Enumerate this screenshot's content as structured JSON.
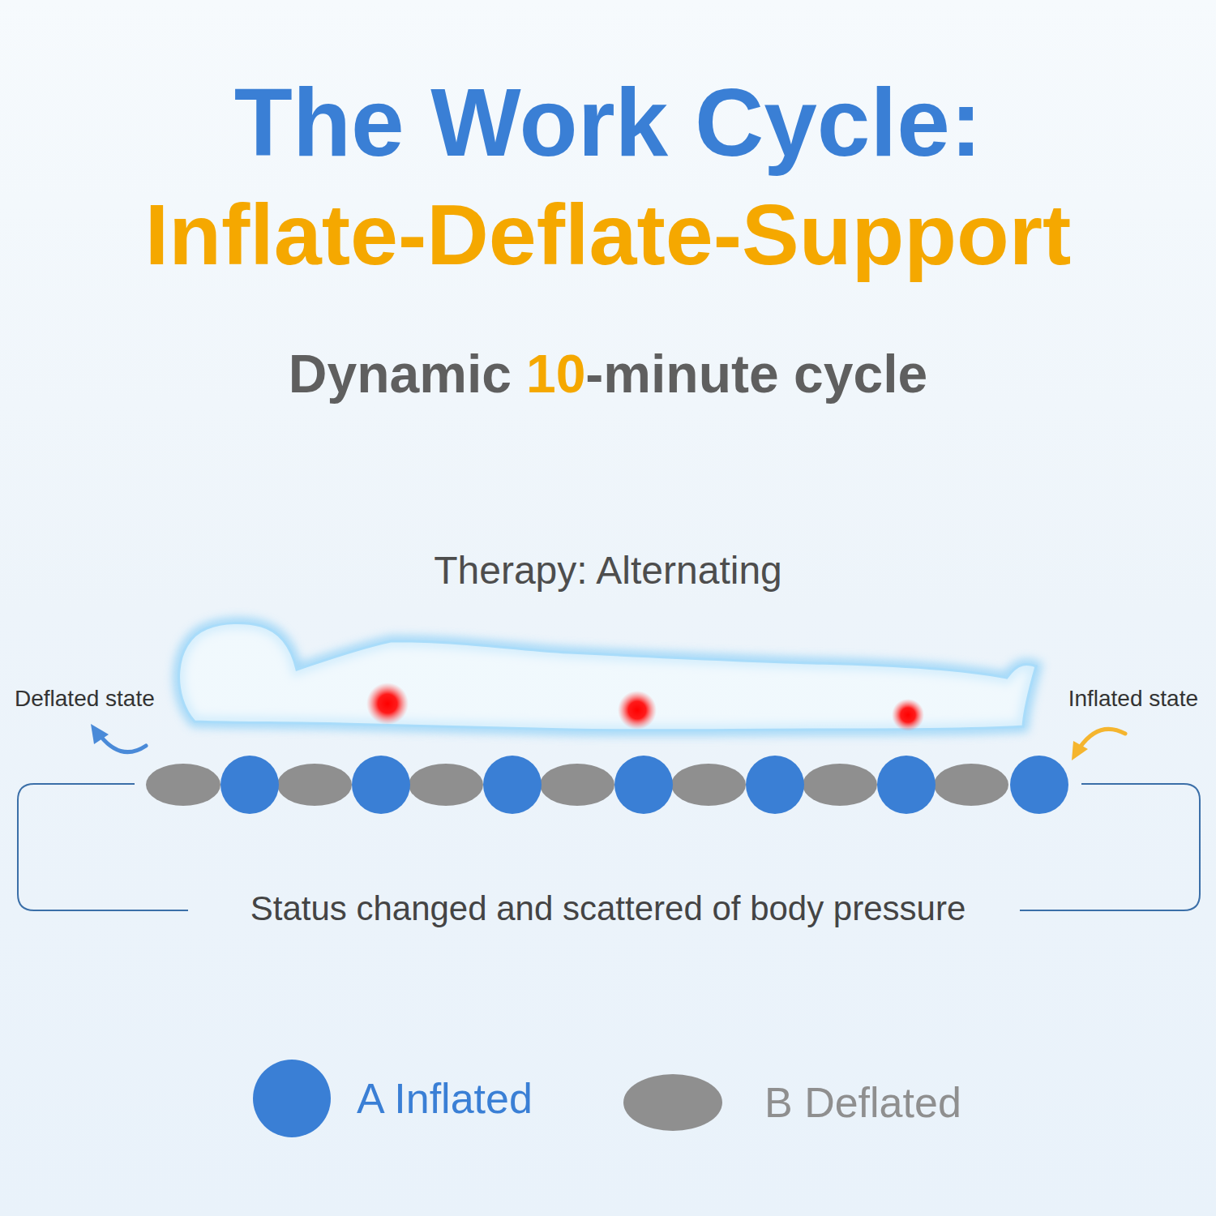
{
  "diagram": {
    "title": "The Work Cycle:",
    "labels": [
      "Inflate-Deflate-Support",
      "Dynamic",
      "10",
      "-minute cycle",
      "Therapy: Alternating",
      "Deflated state",
      "Inflated state",
      "Status changed and scattered of body pressure"
    ],
    "legend": [
      {
        "text": "A Inflated",
        "color": "#3a7fd5"
      },
      {
        "text": "B Deflated",
        "color": "#8f8f8f"
      }
    ]
  }
}
